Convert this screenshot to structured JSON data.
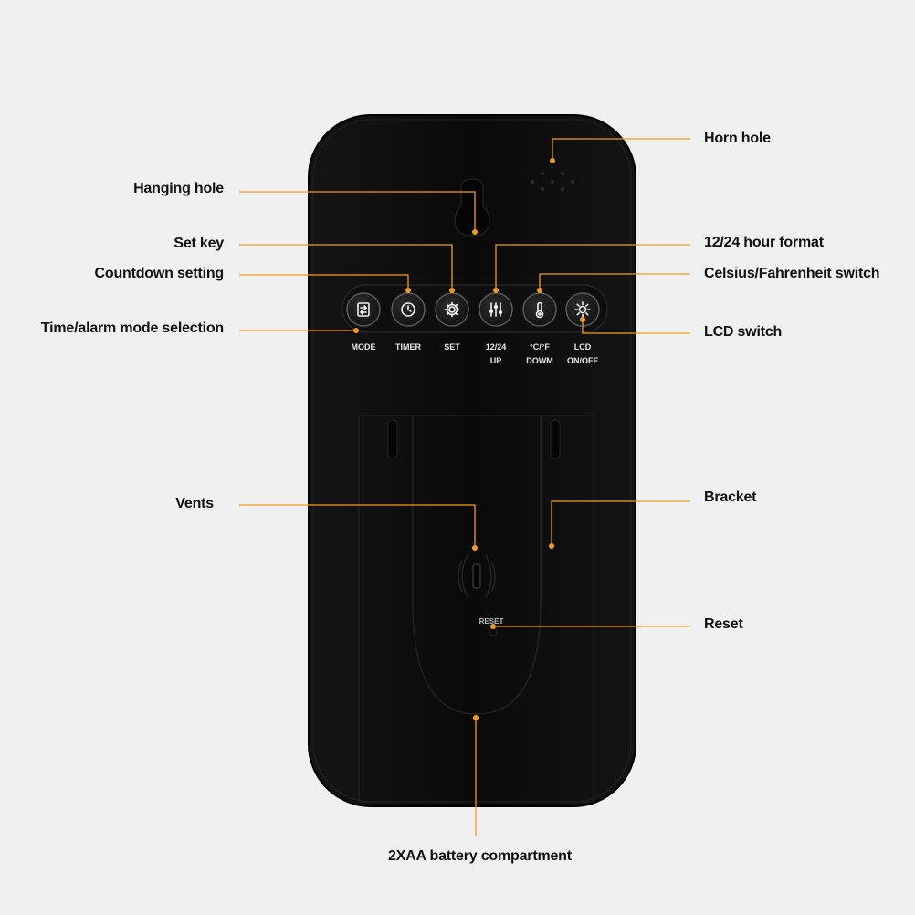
{
  "colors": {
    "background": "#f0f0f0",
    "device_body": "#0b0b0b",
    "leader_line": "#f39a1e",
    "button_face": "#1e1e1e",
    "button_ring": "#5a5a5a",
    "caption_text": "#e8e8e8"
  },
  "labels": {
    "hanging_hole": "Hanging hole",
    "set_key": "Set key",
    "countdown_setting": "Countdown setting",
    "time_alarm_mode": "Time/alarm mode selection",
    "vents": "Vents",
    "horn_hole": "Horn hole",
    "hour_format": "12/24 hour format",
    "temp_switch": "Celsius/Fahrenheit switch",
    "lcd_switch": "LCD switch",
    "bracket": "Bracket",
    "reset": "Reset",
    "battery": "2XAA battery compartment"
  },
  "buttons": [
    {
      "icon": "mode-icon",
      "caption": [
        "MODE"
      ]
    },
    {
      "icon": "clock-icon",
      "caption": [
        "TIMER"
      ]
    },
    {
      "icon": "gear-icon",
      "caption": [
        "SET"
      ]
    },
    {
      "icon": "sliders-icon",
      "caption": [
        "12/24",
        "UP"
      ]
    },
    {
      "icon": "thermometer-icon",
      "caption": [
        "°C/°F",
        "DOWM"
      ]
    },
    {
      "icon": "sun-icon",
      "caption": [
        "LCD",
        "ON/OFF"
      ]
    }
  ],
  "device": {
    "reset_marking": "RESET"
  }
}
